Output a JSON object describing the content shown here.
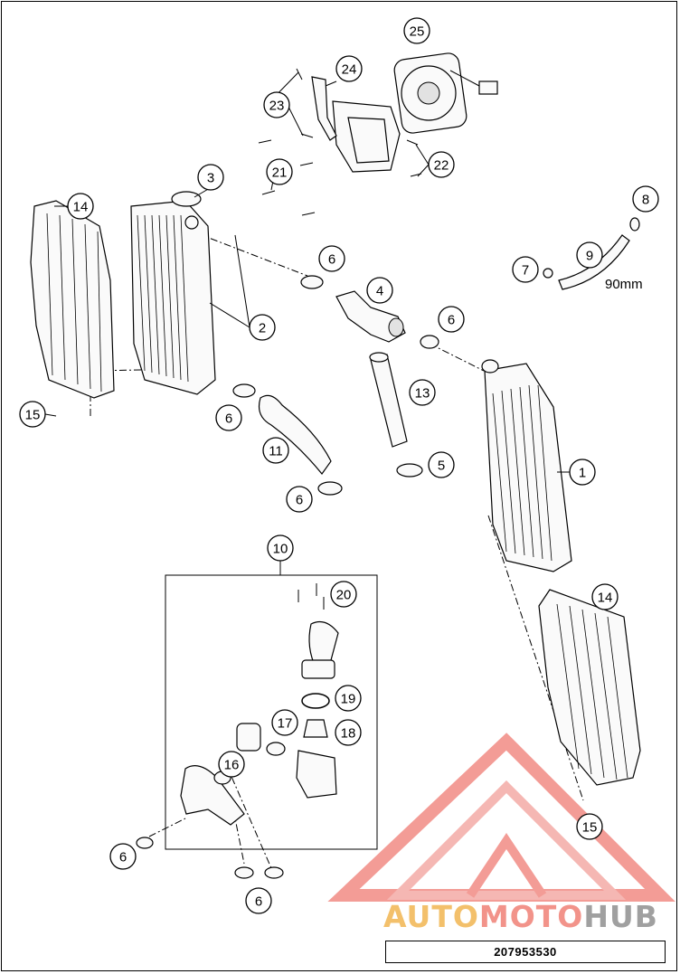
{
  "diagram": {
    "dimension_label": "90mm",
    "drawing_number": "207953530",
    "watermark": {
      "part1": "AUTO",
      "part2": "MOTO",
      "part3": "HUB"
    },
    "callouts": [
      {
        "id": "c25",
        "label": "25"
      },
      {
        "id": "c24",
        "label": "24"
      },
      {
        "id": "c23",
        "label": "23"
      },
      {
        "id": "c22",
        "label": "22"
      },
      {
        "id": "c21",
        "label": "21"
      },
      {
        "id": "c3",
        "label": "3"
      },
      {
        "id": "c14a",
        "label": "14"
      },
      {
        "id": "c8",
        "label": "8"
      },
      {
        "id": "c9",
        "label": "9"
      },
      {
        "id": "c7",
        "label": "7"
      },
      {
        "id": "c6a",
        "label": "6"
      },
      {
        "id": "c4",
        "label": "4"
      },
      {
        "id": "c6b",
        "label": "6"
      },
      {
        "id": "c2",
        "label": "2"
      },
      {
        "id": "c13",
        "label": "13"
      },
      {
        "id": "c15a",
        "label": "15"
      },
      {
        "id": "c6c",
        "label": "6"
      },
      {
        "id": "c11",
        "label": "11"
      },
      {
        "id": "c5",
        "label": "5"
      },
      {
        "id": "c1",
        "label": "1"
      },
      {
        "id": "c6d",
        "label": "6"
      },
      {
        "id": "c10",
        "label": "10"
      },
      {
        "id": "c20",
        "label": "20"
      },
      {
        "id": "c14b",
        "label": "14"
      },
      {
        "id": "c19",
        "label": "19"
      },
      {
        "id": "c17",
        "label": "17"
      },
      {
        "id": "c18",
        "label": "18"
      },
      {
        "id": "c16",
        "label": "16"
      },
      {
        "id": "c15b",
        "label": "15"
      },
      {
        "id": "c6e",
        "label": "6"
      },
      {
        "id": "c6f",
        "label": "6"
      }
    ]
  }
}
